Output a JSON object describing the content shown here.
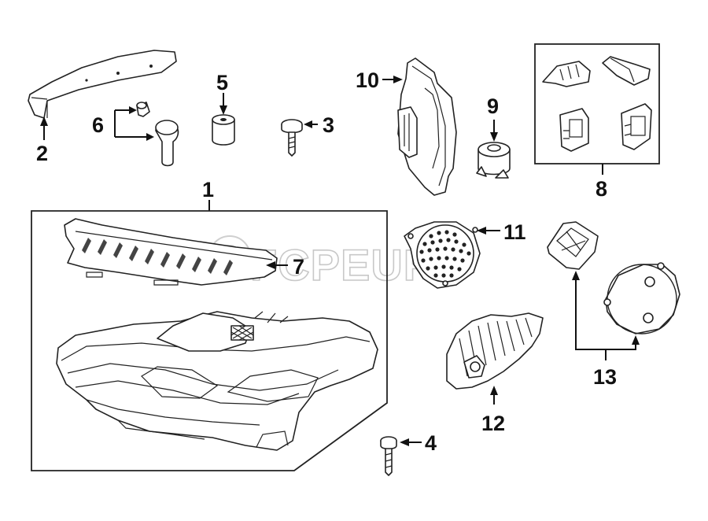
{
  "watermark": "FCPEURO",
  "callouts": {
    "c1": "1",
    "c2": "2",
    "c3": "3",
    "c4": "4",
    "c5": "5",
    "c6": "6",
    "c7": "7",
    "c8": "8",
    "c9": "9",
    "c10": "10",
    "c11": "11",
    "c12": "12",
    "c13": "13"
  }
}
